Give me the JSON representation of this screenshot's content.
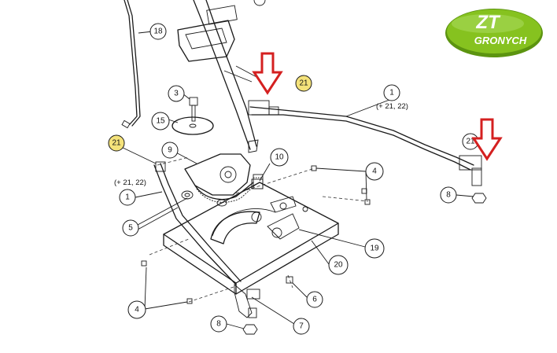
{
  "logo": {
    "line1": "ZT",
    "line2": "GRONYCH",
    "color": "#7cb518"
  },
  "callouts": [
    {
      "id": "c18",
      "label": "18"
    },
    {
      "id": "c3",
      "label": "3"
    },
    {
      "id": "c15",
      "label": "15"
    },
    {
      "id": "c21a",
      "label": "21",
      "highlight": true
    },
    {
      "id": "c21b",
      "label": "21",
      "highlight": true
    },
    {
      "id": "c21c",
      "label": "21"
    },
    {
      "id": "c9",
      "label": "9"
    },
    {
      "id": "c10",
      "label": "10"
    },
    {
      "id": "c1a",
      "label": "1"
    },
    {
      "id": "c1b",
      "label": "1"
    },
    {
      "id": "c5",
      "label": "5"
    },
    {
      "id": "c4a",
      "label": "4"
    },
    {
      "id": "c4b",
      "label": "4"
    },
    {
      "id": "c8a",
      "label": "8"
    },
    {
      "id": "c8b",
      "label": "8"
    },
    {
      "id": "c19",
      "label": "19"
    },
    {
      "id": "c20",
      "label": "20"
    },
    {
      "id": "c6",
      "label": "6"
    },
    {
      "id": "c7",
      "label": "7"
    }
  ],
  "notes": {
    "left": "(+ 21, 22)",
    "right": "(+ 21, 22)"
  },
  "arrow_color": "#d42020"
}
